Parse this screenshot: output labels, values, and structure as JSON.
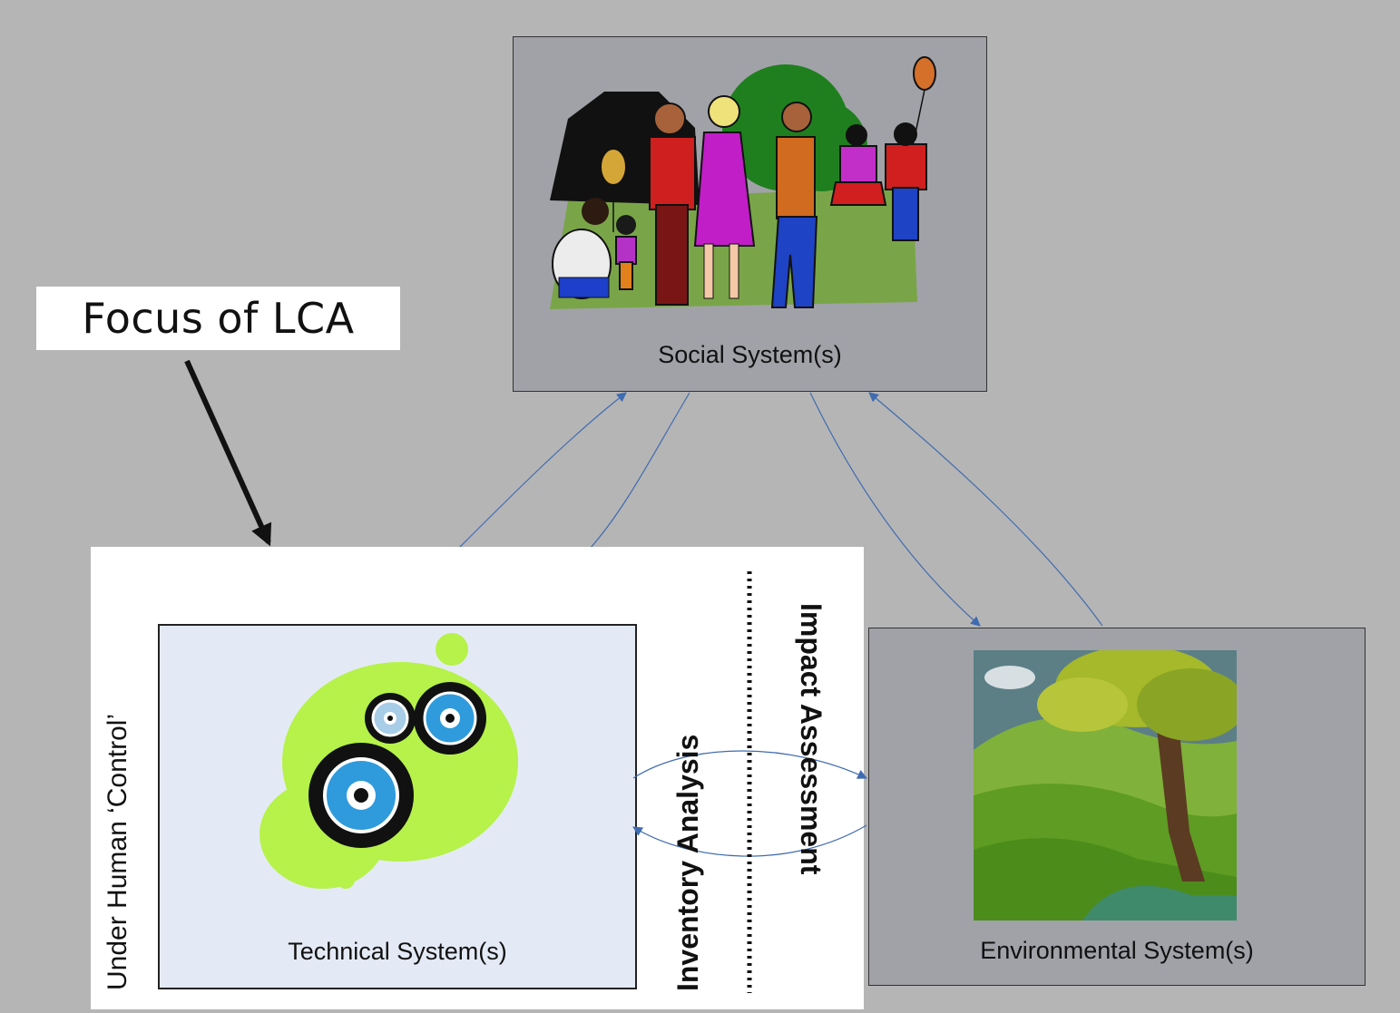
{
  "focus_label": "Focus of LCA",
  "social": {
    "caption": "Social System(s)",
    "icon": "family-picnic-illustration"
  },
  "technical": {
    "caption": "Technical System(s)",
    "icon": "gears-illustration"
  },
  "environmental": {
    "caption": "Environmental System(s)",
    "icon": "landscape-tree-illustration"
  },
  "side_label": "Under Human ‘Control’",
  "inventory_label": "Inventory Analysis",
  "impact_label": "Impact Assessment",
  "colors": {
    "background": "#b5b5b5",
    "panel": "#a1a2a8",
    "arrow": "#3f6bb0",
    "tech_bg": "#e4eaf5",
    "gear_green": "#b6f24a"
  }
}
